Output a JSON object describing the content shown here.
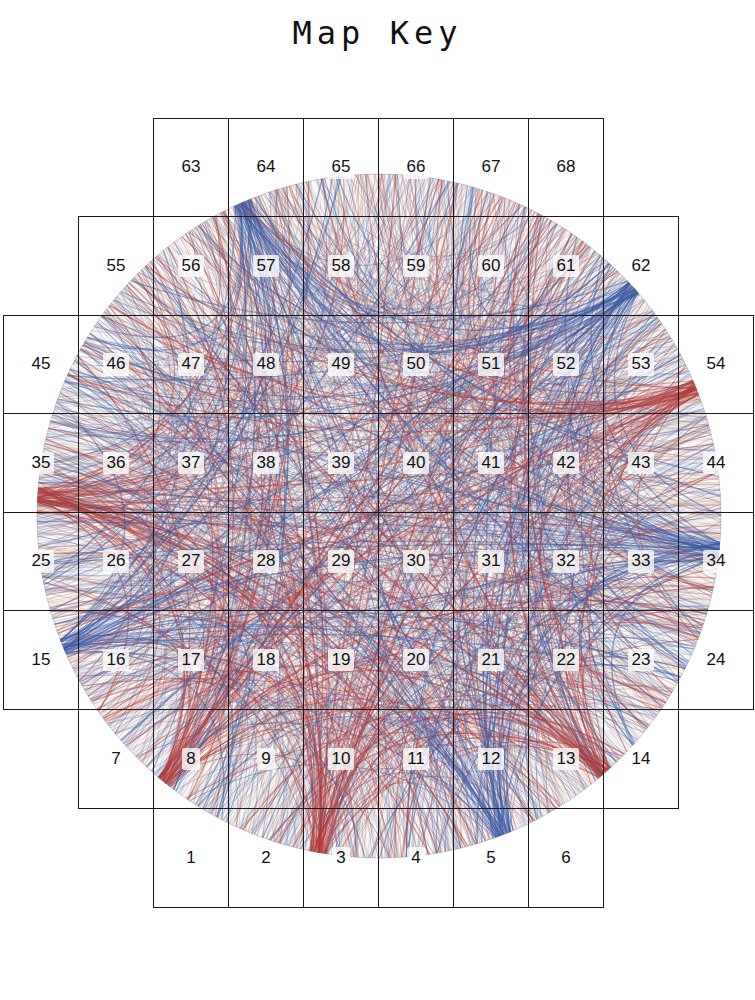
{
  "diagram": {
    "title": "Map Key",
    "nodes": [
      {
        "text": [
          "63"
        ]
      },
      {
        "text": [
          "64"
        ]
      },
      {
        "text": [
          "65"
        ]
      },
      {
        "text": [
          "66"
        ]
      },
      {
        "text": [
          "67"
        ]
      },
      {
        "text": [
          "68"
        ]
      },
      {
        "text": [
          "55"
        ]
      },
      {
        "text": [
          "56"
        ]
      },
      {
        "text": [
          "57"
        ]
      },
      {
        "text": [
          "58"
        ]
      },
      {
        "text": [
          "59"
        ]
      },
      {
        "text": [
          "60"
        ]
      },
      {
        "text": [
          "61"
        ]
      },
      {
        "text": [
          "62"
        ]
      },
      {
        "text": [
          "45"
        ]
      },
      {
        "text": [
          "46"
        ]
      },
      {
        "text": [
          "47"
        ]
      },
      {
        "text": [
          "48"
        ]
      },
      {
        "text": [
          "49"
        ]
      },
      {
        "text": [
          "50"
        ]
      },
      {
        "text": [
          "51"
        ]
      },
      {
        "text": [
          "52"
        ]
      },
      {
        "text": [
          "53"
        ]
      },
      {
        "text": [
          "54"
        ]
      },
      {
        "text": [
          "35"
        ]
      },
      {
        "text": [
          "36"
        ]
      },
      {
        "text": [
          "37"
        ]
      },
      {
        "text": [
          "38"
        ]
      },
      {
        "text": [
          "39"
        ]
      },
      {
        "text": [
          "40"
        ]
      },
      {
        "text": [
          "41"
        ]
      },
      {
        "text": [
          "42"
        ]
      },
      {
        "text": [
          "43"
        ]
      },
      {
        "text": [
          "44"
        ]
      },
      {
        "text": [
          "25"
        ]
      },
      {
        "text": [
          "26"
        ]
      },
      {
        "text": [
          "27"
        ]
      },
      {
        "text": [
          "28"
        ]
      },
      {
        "text": [
          "29"
        ]
      },
      {
        "text": [
          "30"
        ]
      },
      {
        "text": [
          "31"
        ]
      },
      {
        "text": [
          "32"
        ]
      },
      {
        "text": [
          "33"
        ]
      },
      {
        "text": [
          "34"
        ]
      },
      {
        "text": [
          "15"
        ]
      },
      {
        "text": [
          "16"
        ]
      },
      {
        "text": [
          "17"
        ]
      },
      {
        "text": [
          "18"
        ]
      },
      {
        "text": [
          "19"
        ]
      },
      {
        "text": [
          "20"
        ]
      },
      {
        "text": [
          "21"
        ]
      },
      {
        "text": [
          "22"
        ]
      },
      {
        "text": [
          "23"
        ]
      },
      {
        "text": [
          "24"
        ]
      },
      {
        "text": [
          "7"
        ]
      },
      {
        "text": [
          "8"
        ]
      },
      {
        "text": [
          "9"
        ]
      },
      {
        "text": [
          "10"
        ]
      },
      {
        "text": [
          "11"
        ]
      },
      {
        "text": [
          "12"
        ]
      },
      {
        "text": [
          "13"
        ]
      },
      {
        "text": [
          "14"
        ]
      },
      {
        "text": [
          "1"
        ]
      },
      {
        "text": [
          "2"
        ]
      },
      {
        "text": [
          "3"
        ]
      },
      {
        "text": [
          "4"
        ]
      },
      {
        "text": [
          "5"
        ]
      },
      {
        "text": [
          "6"
        ]
      }
    ]
  }
}
